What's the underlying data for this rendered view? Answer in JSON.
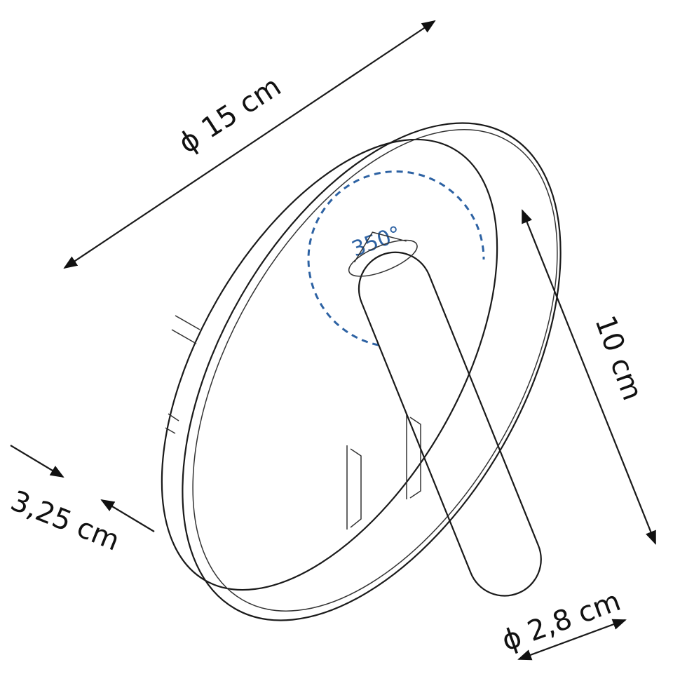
{
  "diagram": {
    "title_dimension": "ϕ 15 cm",
    "height_dimension": "10 cm",
    "depth_dimension": "3,25 cm",
    "arm_diameter_dimension": "ϕ 2,8 cm",
    "rotation_label": "350°"
  },
  "colors": {
    "line": "#1a1a1a",
    "rotation_accent": "#2d62a3"
  }
}
